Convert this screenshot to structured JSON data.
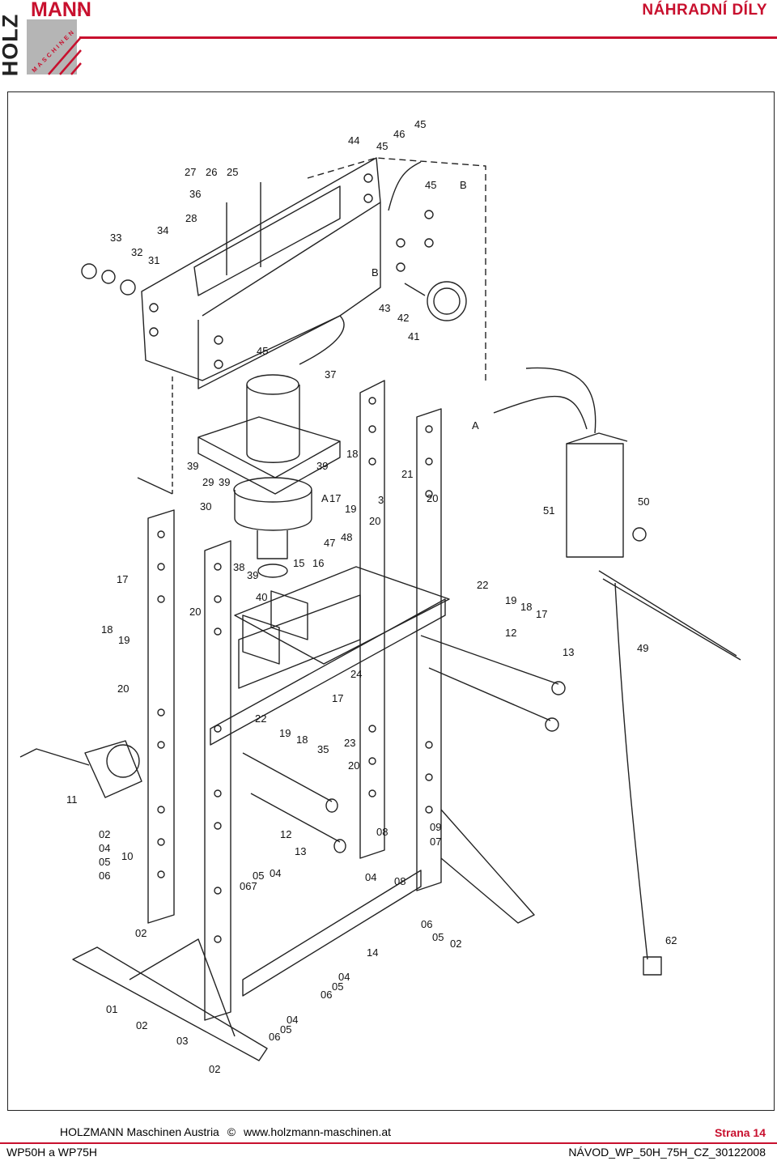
{
  "header": {
    "logo_brand": "MANN",
    "logo_reg": "®",
    "logo_holz": "HOLZ",
    "logo_maschinen": "MASCHINEN",
    "title": "NÁHRADNÍ DÍLY"
  },
  "diagram": {
    "part_labels": [
      "45",
      "46",
      "44",
      "45",
      "27",
      "26",
      "25",
      "45",
      "B",
      "36",
      "28",
      "33",
      "32",
      "31",
      "34",
      "B",
      "43",
      "42",
      "41",
      "45",
      "37",
      "A",
      "39",
      "18",
      "39",
      "21",
      "29",
      "39",
      "A",
      "17",
      "3",
      "20",
      "51",
      "50",
      "19",
      "20",
      "30",
      "47",
      "48",
      "22",
      "17",
      "38",
      "15",
      "16",
      "39",
      "19",
      "18",
      "17",
      "40",
      "20",
      "12",
      "18",
      "19",
      "49",
      "13",
      "24",
      "20",
      "17",
      "22",
      "19",
      "18",
      "35",
      "23",
      "20",
      "11",
      "02",
      "04",
      "05",
      "06",
      "10",
      "12",
      "13",
      "08",
      "09",
      "07",
      "05",
      "04",
      "067",
      "04",
      "08",
      "06",
      "05",
      "02",
      "62",
      "14",
      "02",
      "04",
      "05",
      "06",
      "01",
      "02",
      "03",
      "04",
      "05",
      "06",
      "02"
    ]
  },
  "footer": {
    "company": "HOLZMANN Maschinen Austria",
    "copyright": "©",
    "website": "www.holzmann-maschinen.at",
    "page": "Strana 14",
    "model": "WP50H a WP75H",
    "doc_code": "NÁVOD_WP_50H_75H_CZ_30122008"
  },
  "colors": {
    "accent": "#c8102e",
    "logo_grey": "#b5b5b5",
    "line": "#222222"
  }
}
